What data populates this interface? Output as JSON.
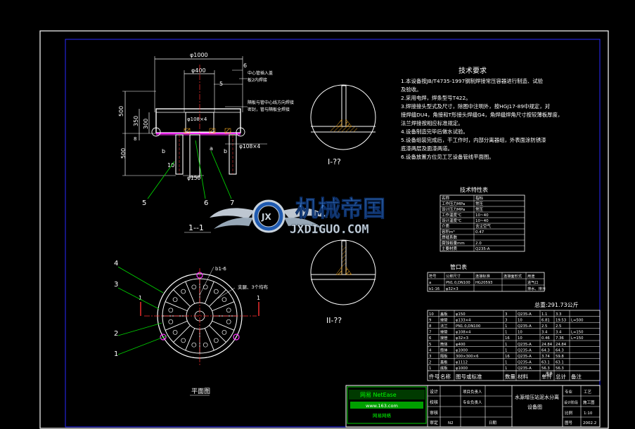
{
  "colors": {
    "background": "#000000",
    "frame": "#ffffff",
    "inner_frame": "#2a2aff",
    "part": "#ffffff",
    "dim": "#ffffff",
    "leader": "#00d000",
    "magenta": "#ff33ff",
    "centerline": "#ff3030",
    "hatch": "#ffb020",
    "yellow": "#ffff33",
    "table_grid": "#ffffff",
    "watermark_blue": "#2f7bd8",
    "watermark_silver": "#c8d2dc"
  },
  "section_view": {
    "caption": "1--1",
    "dim_top": "φ1000",
    "dim_inner": "φ400",
    "dim_pipe": "φ108×4",
    "dim_pipe_right": "φ108×4",
    "dim_bottom": "φ150",
    "dim_h1": "500",
    "dim_h2": "350",
    "dim_h3": "300",
    "dim_h4": "8",
    "dim_h5": "500",
    "tag_6": "6",
    "tag_5": "5",
    "tag_b_left": "b",
    "tag_a": "a",
    "tag_b_right": "b",
    "tag_10": "10",
    "balloon_5": "5",
    "balloon_6": "6",
    "balloon_7": "7",
    "note_1": "中心管插入盖",
    "note_1b": "板2内焊接",
    "note_2": "隔板与管中心线方向焊接",
    "note_2b": "密封，管与隔板全焊接"
  },
  "detail_1": {
    "caption": "I-??"
  },
  "detail_2": {
    "caption": "II-??"
  },
  "plan_view": {
    "caption": "平面图",
    "balloon_4": "4",
    "balloon_3": "3",
    "balloon_2": "2",
    "balloon_1": "1",
    "tag_b1": "b1-6",
    "tag_right": "支腿、3个均布",
    "mark_1_left": "1",
    "mark_1_right": "1"
  },
  "tech_req": {
    "title": "技术要求",
    "lines": [
      "1.本设备按JB/T4735-1997钢制焊接常压容器进行制造、试验",
      "及验收。",
      "2.采用电焊，焊条型号T422。",
      "3.焊接接头型式及尺寸，除图中注明外，按HGJ17-89中规定，对",
      "接焊缝DU4，角接和T形接头焊缝G4，角焊缝焊角尺寸按较薄板厚度，",
      "法兰焊接按相应标准规定。",
      "4.设备制造完毕后做水试验。",
      "5.设备组装完成后，干工作时，内部分离器组，外表面涂防锈漆",
      "底漆两层及面漆两道。",
      "6.设备放置方位见工艺设备管线平面图。"
    ]
  },
  "spec_table": {
    "title": "技术特性表",
    "rows": [
      [
        "名称",
        "指标"
      ],
      [
        "工作压力MPa",
        "常压"
      ],
      [
        "设计压力MPa",
        "常压"
      ],
      [
        "工作温度℃",
        "10~40"
      ],
      [
        "设计温度℃",
        "10~40"
      ],
      [
        "介质",
        "含尘空气"
      ],
      [
        "容积m³",
        "0.47"
      ],
      [
        "焊缝系数",
        ""
      ],
      [
        "腐蚀裕量mm",
        "2.0"
      ],
      [
        "主要材质",
        "Q235-A"
      ]
    ]
  },
  "nozzle_table": {
    "title": "管口表",
    "rows": [
      [
        "符号",
        "公称尺寸",
        "连接标准",
        "连接面形式",
        "用途"
      ],
      [
        "a",
        "PN1.0,DN100",
        "HG20593",
        "",
        "进气口"
      ],
      [
        "b1-16",
        "φ32×3",
        "",
        "",
        "排水、排污"
      ]
    ]
  },
  "weight_text": "总重:291.73公斤",
  "bom": {
    "header": [
      "件号",
      "名称",
      "图号或标准",
      "数量",
      "材料",
      "单件",
      "总计",
      "备注"
    ],
    "header_sub": "重量",
    "rows": [
      [
        "10",
        "盖板",
        "φ150",
        "3",
        "Q235-A",
        "1.1",
        "3.3",
        ""
      ],
      [
        "9",
        "接管",
        "φ133×4",
        "3",
        "10",
        "6.81",
        "19.53",
        "L=500"
      ],
      [
        "8",
        "法兰",
        "PN1.0,DN100",
        "1",
        "Q235-A",
        "2.5",
        "2.5",
        ""
      ],
      [
        "7",
        "接管",
        "φ108×4",
        "1",
        "10",
        "3.4",
        "3.4",
        "L=150"
      ],
      [
        "6",
        "接管",
        "φ32×3",
        "16",
        "10",
        "0.46",
        "7.36",
        "L=150"
      ],
      [
        "5",
        "筒体",
        "φ400",
        "1",
        "Q235-A",
        "24.84",
        "24.84",
        ""
      ],
      [
        "4",
        "筒体",
        "φ1000",
        "1",
        "Q235-A",
        "64.3",
        "64.3",
        ""
      ],
      [
        "3",
        "隔板",
        "300×300×6",
        "16",
        "Q235-A",
        "3.74",
        "59.8",
        ""
      ],
      [
        "2",
        "盖板",
        "φ1112",
        "1",
        "Q235-A",
        "63.1",
        "63.1",
        ""
      ],
      [
        "1",
        "底板",
        "φ1000",
        "1",
        "Q235-A",
        "56.3",
        "56.3",
        ""
      ]
    ]
  },
  "title_block": {
    "logo_line1": "网易 NetEase",
    "logo_line2": "www.163.com",
    "logo_line3": "网易网络",
    "sig_rows": [
      "设计",
      "校核",
      "审核",
      "审定"
    ],
    "sig_right_1": "项目负责人",
    "sig_right_2": "专业负责人",
    "sig_right_3": "日期",
    "title_1": "水源增压站泥水分离",
    "title_2": "设备图",
    "r_labels": [
      "专业",
      "设计阶段",
      "比例",
      "图号"
    ],
    "r_values": [
      "工艺",
      "施工图",
      "1:10",
      "2002.2"
    ],
    "bottom_code": "N2"
  },
  "watermark": {
    "cn": "机械帝国",
    "en": "JXDIGUO.COM",
    "badge": "JX"
  }
}
